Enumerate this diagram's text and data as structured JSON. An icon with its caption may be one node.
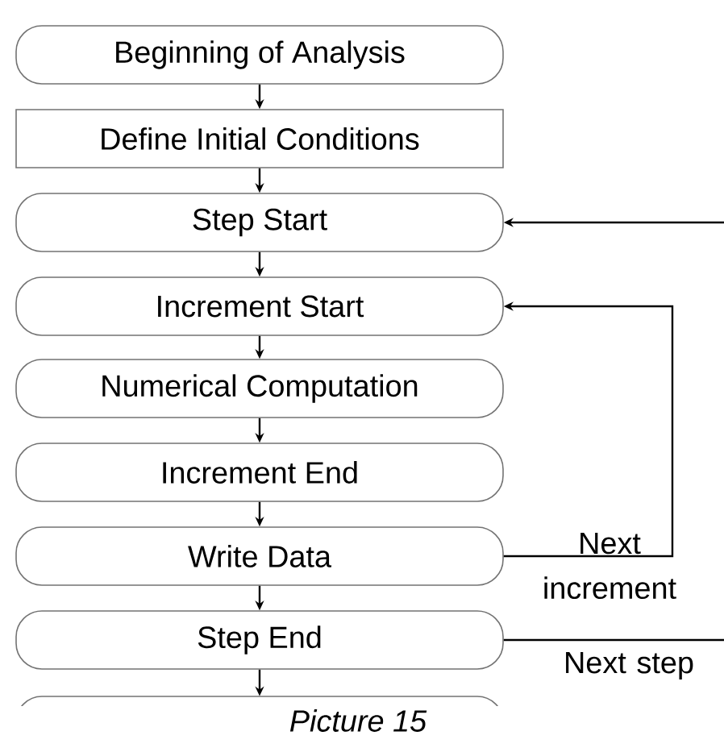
{
  "diagram": {
    "caption": "Picture 15",
    "nodes": [
      {
        "text": [
          "Beginning of Analysis"
        ]
      },
      {
        "text": [
          "Define Initial Conditions"
        ]
      },
      {
        "text": [
          "Step Start"
        ]
      },
      {
        "text": [
          "Increment Start"
        ]
      },
      {
        "text": [
          "Numerical Computation"
        ]
      },
      {
        "text": [
          "Increment End"
        ]
      },
      {
        "text": [
          "Write Data"
        ]
      },
      {
        "text": [
          "Step End"
        ]
      },
      {
        "text": [],
        "shape": "box"
      }
    ],
    "edges": [
      {
        "from": 0,
        "to": 1,
        "arrow": "to"
      },
      {
        "from": 1,
        "to": 2,
        "arrow": "to"
      },
      {
        "from": 2,
        "to": 3,
        "arrow": "to"
      },
      {
        "from": 3,
        "to": 4,
        "arrow": "to"
      },
      {
        "from": 4,
        "to": 5,
        "arrow": "to"
      },
      {
        "from": 5,
        "to": 6,
        "arrow": "to"
      },
      {
        "from": 6,
        "to": 7,
        "arrow": "to"
      },
      {
        "from": 7,
        "to": 8,
        "arrow": "to"
      },
      {
        "from": 6,
        "to": 3,
        "arrow": "to",
        "label": "Next increment"
      },
      {
        "from": 7,
        "to": null,
        "arrow": "none",
        "label": "Next step"
      },
      {
        "from": null,
        "to": 2,
        "arrow": "to"
      }
    ]
  }
}
